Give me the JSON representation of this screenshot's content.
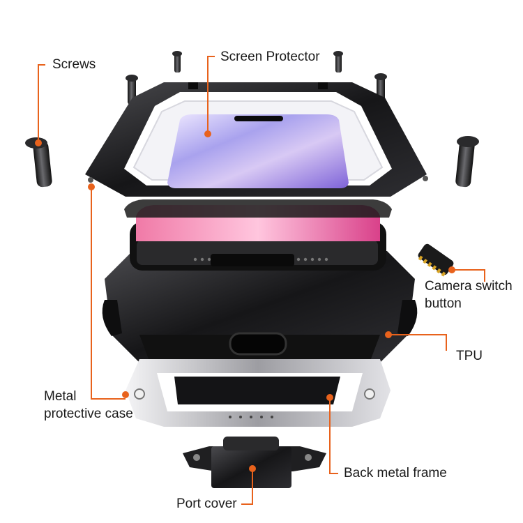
{
  "callouts": {
    "screws": "Screws",
    "screen_protector": "Screen Protector",
    "camera_switch_line1": "Camera switch",
    "camera_switch_line2": "button",
    "tpu": "TPU",
    "metal_case_line1": "Metal",
    "metal_case_line2": "protective case",
    "back_frame": "Back metal frame",
    "port_cover": "Port cover"
  },
  "colors": {
    "accent": "#e8621c",
    "frame": "#1c1c1e",
    "silver": "#c9c9cc",
    "text": "#1a1a1a"
  }
}
